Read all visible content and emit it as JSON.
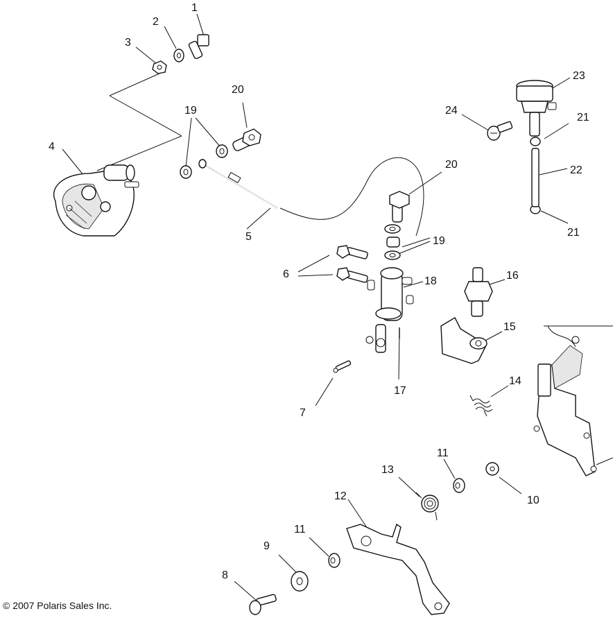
{
  "callouts": {
    "c1": "1",
    "c2": "2",
    "c3": "3",
    "c4": "4",
    "c5": "5",
    "c6": "6",
    "c7": "7",
    "c8": "8",
    "c9": "9",
    "c10": "10",
    "c11a": "11",
    "c11b": "11",
    "c12": "12",
    "c13": "13",
    "c14": "14",
    "c15": "15",
    "c16": "16",
    "c17": "17",
    "c18": "18",
    "c19a": "19",
    "c19b": "19",
    "c20a": "20",
    "c20b": "20",
    "c21a": "21",
    "c21b": "21",
    "c22": "22",
    "c23": "23",
    "c24": "24"
  },
  "copyright": "© 2007 Polaris Sales Inc."
}
